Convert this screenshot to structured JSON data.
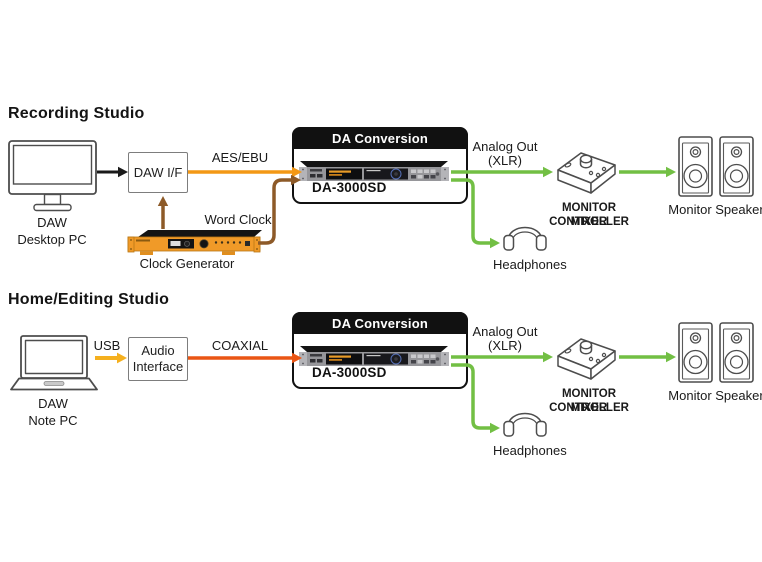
{
  "colors": {
    "aes_ebu_line": "#F39815",
    "word_clock_line": "#8D5A28",
    "usb_line": "#F5B01E",
    "coaxial_line": "#EA5514",
    "analog_line": "#72BF44",
    "pc_arrow": "#1A1A1A",
    "da_header_bg": "#111111"
  },
  "recording_studio": {
    "heading": "Recording Studio",
    "pc_label_line1": "DAW",
    "pc_label_line2": "Desktop PC",
    "interface_box_label": "DAW I/F",
    "digital_connection_label": "AES/EBU",
    "word_clock_label": "Word Clock",
    "clock_generator_label": "Clock Generator",
    "da_header": "DA Conversion",
    "da_model": "DA-3000SD",
    "analog_out_line1": "Analog Out",
    "analog_out_line2": "(XLR)",
    "monitor_controller_line1": "MONITOR CONTROLLER",
    "monitor_controller_line2": "MIXER",
    "monitor_speaker_label": "Monitor Speaker",
    "headphones_label": "Headphones"
  },
  "home_editing_studio": {
    "heading": "Home/Editing Studio",
    "pc_label_line1": "DAW",
    "pc_label_line2": "Note PC",
    "usb_label": "USB",
    "interface_box_line1": "Audio",
    "interface_box_line2": "Interface",
    "digital_connection_label": "COAXIAL",
    "da_header": "DA Conversion",
    "da_model": "DA-3000SD",
    "analog_out_line1": "Analog Out",
    "analog_out_line2": "(XLR)",
    "monitor_controller_line1": "MONITOR CONTROLLER",
    "monitor_controller_line2": "MIXER",
    "monitor_speaker_label": "Monitor Speaker",
    "headphones_label": "Headphones"
  }
}
